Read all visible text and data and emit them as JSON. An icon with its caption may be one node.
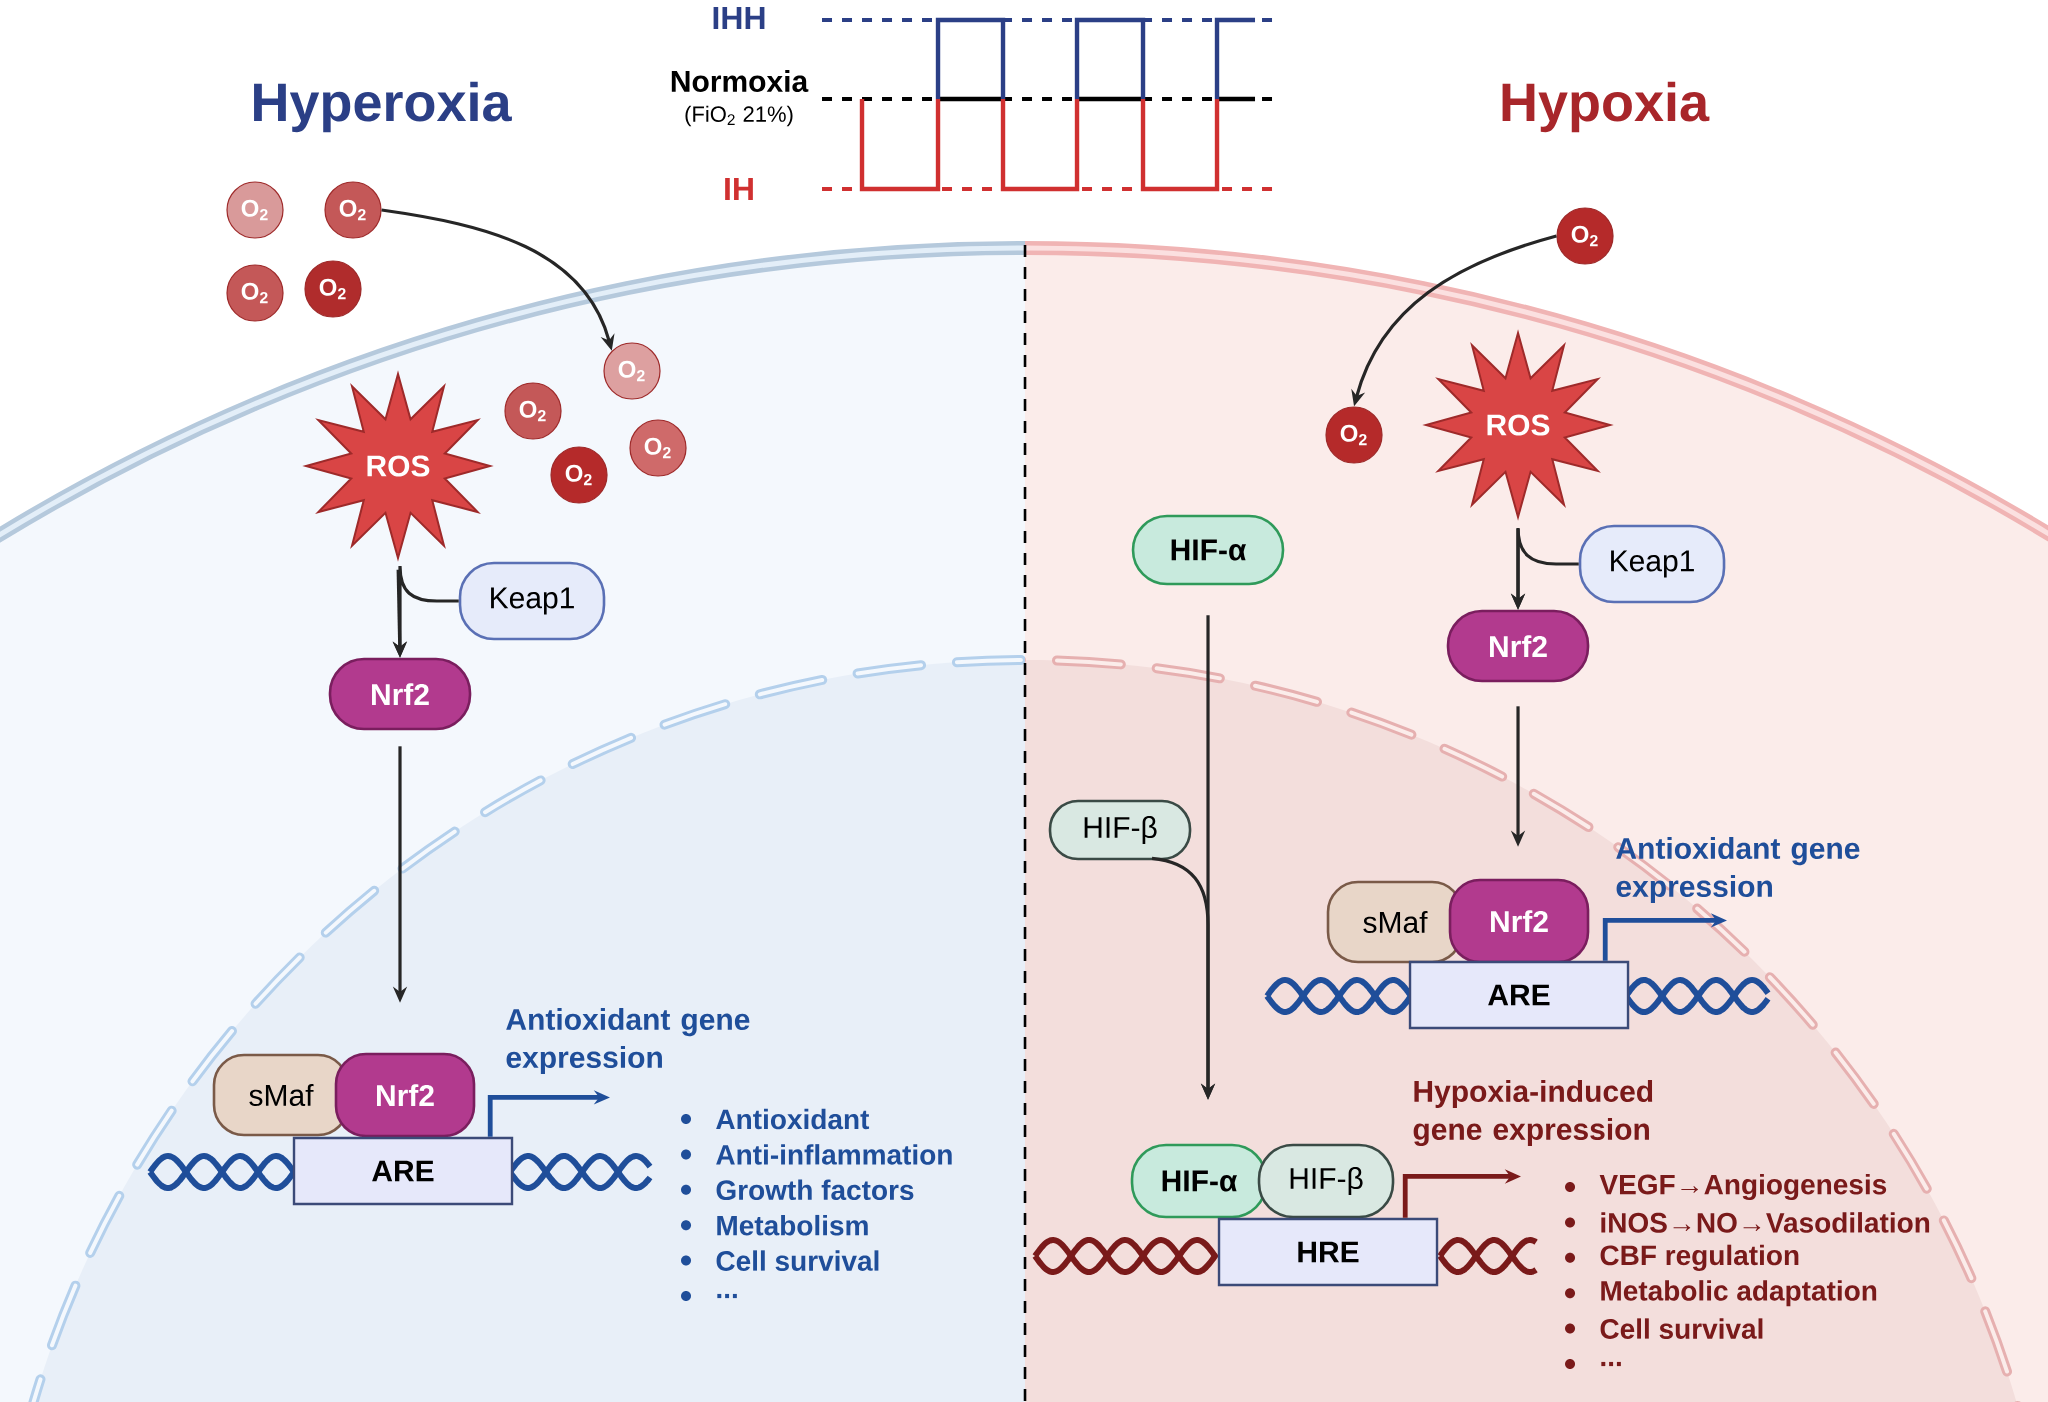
{
  "diagram": {
    "nodes": [
      {
        "text": [
          "O$_{2}$"
        ]
      },
      {
        "text": [
          "O$_{2}$"
        ]
      },
      {
        "text": [
          "O$_{2}$"
        ]
      },
      {
        "text": [
          "O$_{2}$"
        ]
      },
      {
        "text": [
          "O$_{2}$"
        ]
      },
      {
        "text": [
          "O$_{2}$"
        ]
      },
      {
        "text": [
          "O$_{2}$"
        ]
      },
      {
        "text": [
          "O$_{2}$"
        ]
      },
      {
        "text": [
          "O$_{2}$"
        ]
      },
      {
        "text": [
          "O$_{2}$"
        ]
      },
      {
        "text": [
          "ROS"
        ]
      },
      {
        "text": [
          "ROS"
        ]
      },
      {
        "text": [
          "HIF-α"
        ]
      },
      {
        "text": [
          "Keap1"
        ]
      },
      {
        "text": [
          "Keap1"
        ]
      },
      {
        "text": [
          "Nrf2"
        ]
      },
      {
        "text": [
          "Nrf2"
        ]
      },
      {
        "text": [
          "HIF-β"
        ]
      },
      {
        "text": [
          "sMaf"
        ]
      },
      {
        "text": [
          "Nrf2"
        ]
      },
      {
        "text": [
          "ARE"
        ]
      },
      {
        "text": [
          "sMaf"
        ]
      },
      {
        "text": [
          "Nrf2"
        ]
      },
      {
        "text": [
          "ARE"
        ]
      },
      {
        "text": [
          "HIF-α"
        ]
      },
      {
        "text": [
          "HIF-β"
        ]
      },
      {
        "text": [
          "HRE"
        ]
      },
      {
        "text": [
          "Antioxidant gene expression"
        ]
      },
      {
        "text": [
          "Antioxidant gene expression"
        ]
      },
      {
        "text": [
          "Hypoxia-induced gene expression"
        ]
      }
    ],
    "edges": [
      {
        "from": 1,
        "to": 5,
        "arrow": "to"
      },
      {
        "from": 4,
        "to": 9,
        "arrow": "to"
      },
      {
        "from": 11,
        "to": 16,
        "arrow": "to"
      },
      {
        "from": 14,
        "to": 16,
        "arrow": "to"
      },
      {
        "from": 10,
        "to": 15,
        "arrow": "to"
      },
      {
        "from": 13,
        "to": 15,
        "arrow": "to"
      },
      {
        "from": 16,
        "to": 22,
        "arrow": "to"
      },
      {
        "from": 15,
        "to": 19,
        "arrow": "to"
      },
      {
        "from": 12,
        "to": 24,
        "arrow": "to"
      },
      {
        "from": 17,
        "to": 24,
        "arrow": "to"
      },
      {
        "from": 23,
        "to": 28,
        "arrow": "to",
        "color": "#1f4e9a"
      },
      {
        "from": 20,
        "to": 27,
        "arrow": "to",
        "color": "#1f4e9a"
      },
      {
        "from": 26,
        "to": 29,
        "arrow": "to",
        "color": "#7a1a1a"
      }
    ],
    "labels": [
      "Hyperoxia",
      "IHH",
      "Normoxia",
      "(FiO$_{2}$ 21%)",
      "IH",
      "Hypoxia",
      "Antioxidant",
      "Anti-inflammation",
      "Growth factors",
      "Metabolism",
      "Cell survival",
      "...",
      "VEGF→Angiogenesis",
      "iNOS→NO→Vasodilation",
      "CBF regulation",
      "Metabolic adaptation",
      "Cell survival",
      "..."
    ]
  }
}
